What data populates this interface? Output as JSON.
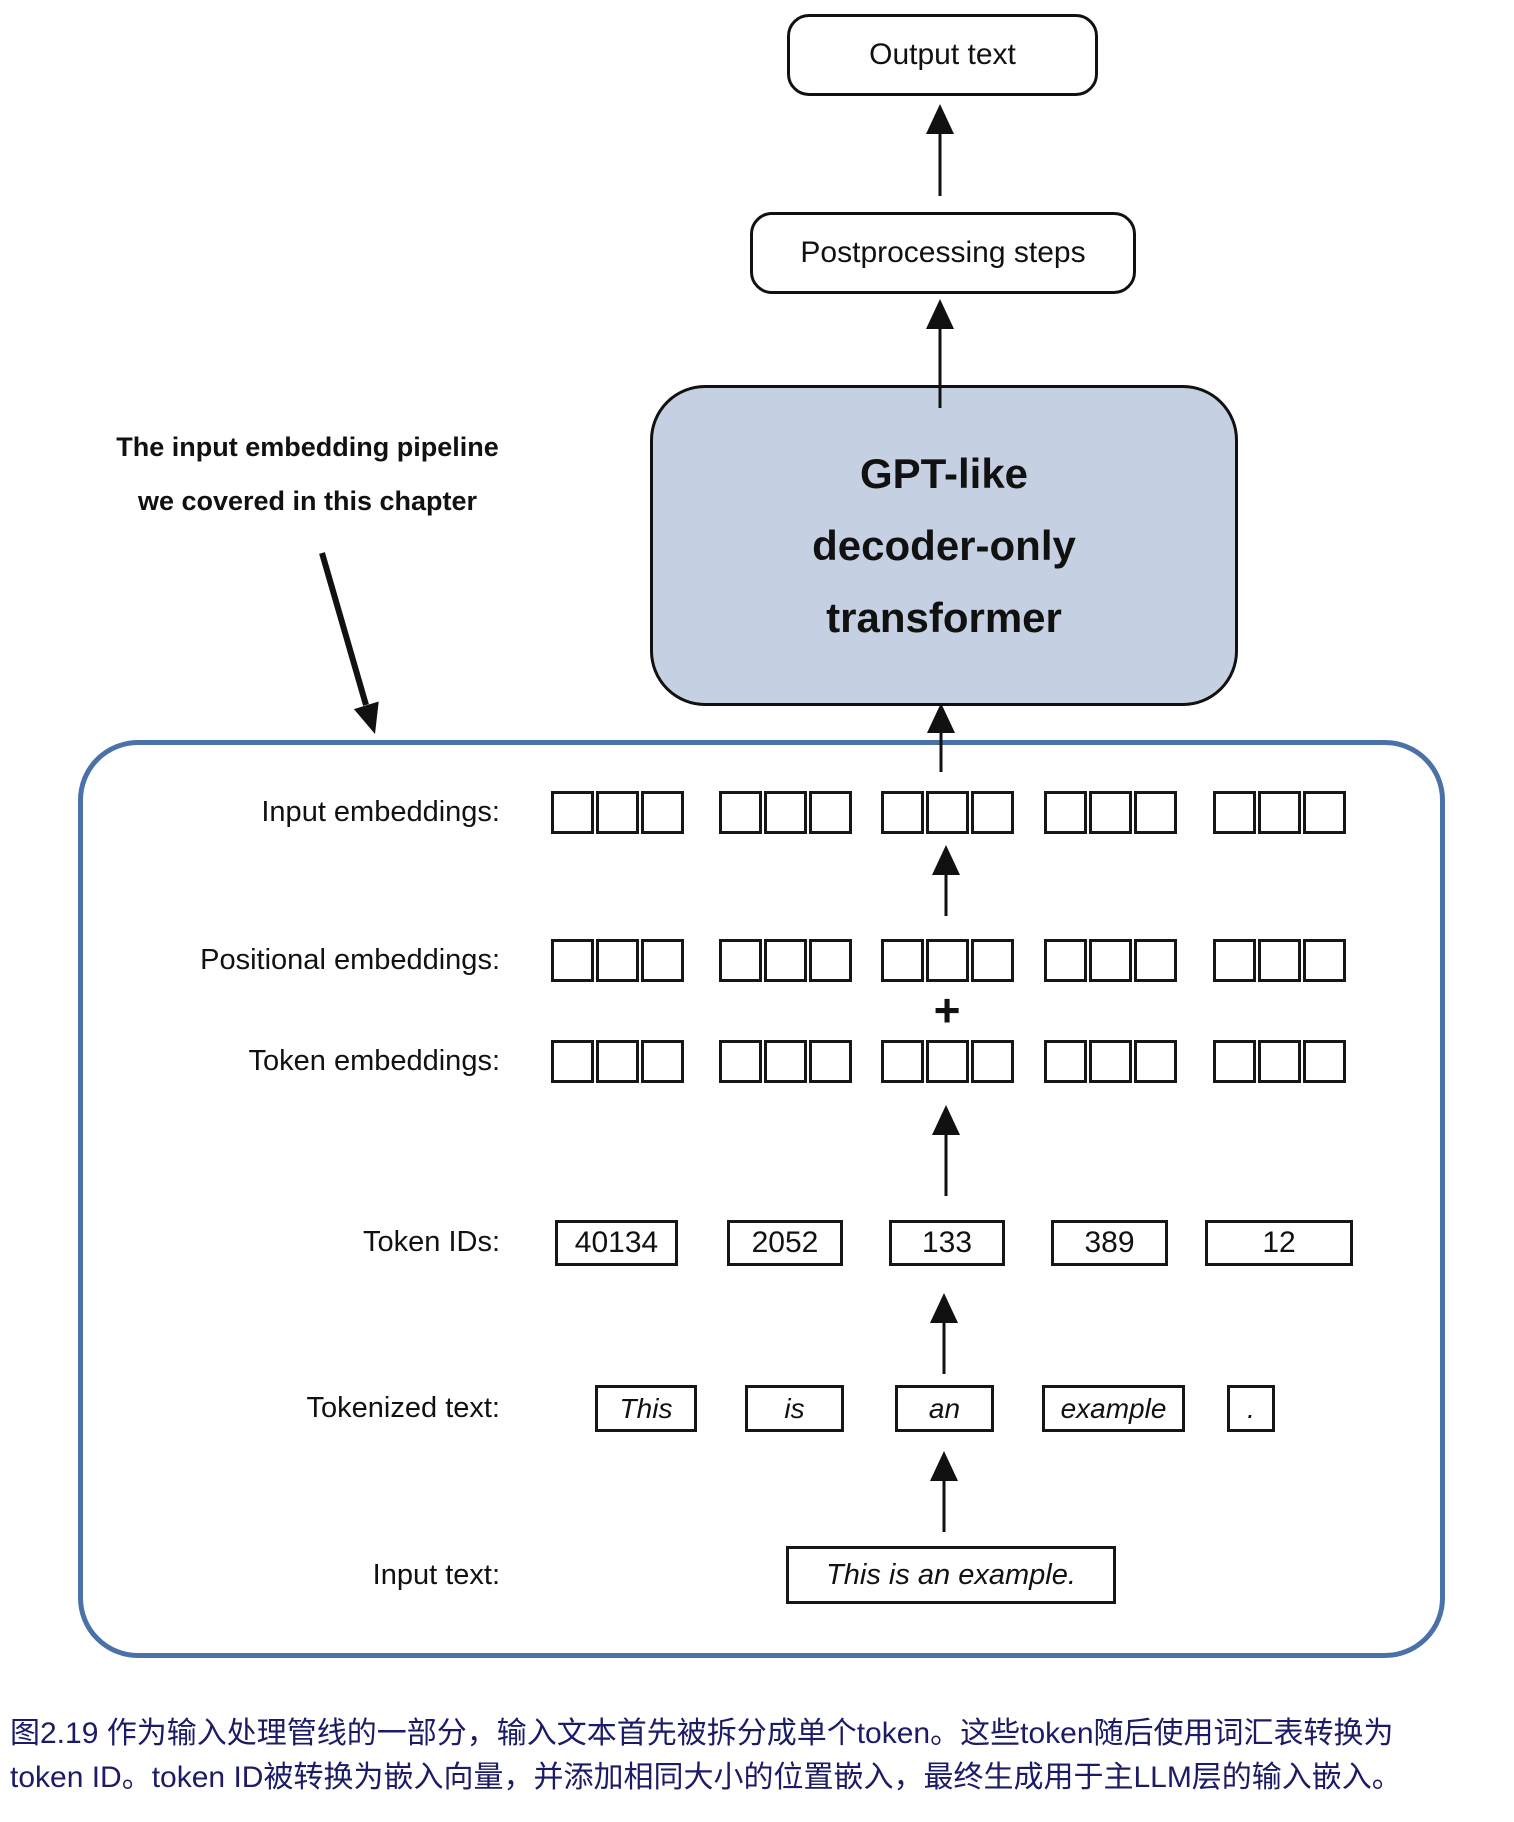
{
  "top_flow": {
    "output_text_label": "Output text",
    "postprocessing_label": "Postprocessing steps",
    "gpt_box_lines": [
      "GPT-like",
      "decoder-only",
      "transformer"
    ],
    "gpt_box_fill": "#c5d1e2"
  },
  "annotation": {
    "line1": "The input embedding pipeline",
    "line2": "we covered in this chapter"
  },
  "pipeline": {
    "frame_border_color": "#4a72a8",
    "labels": {
      "input_embeddings": "Input embeddings:",
      "positional_embeddings": "Positional embeddings:",
      "token_embeddings": "Token embeddings:",
      "token_ids": "Token IDs:",
      "tokenized_text": "Tokenized text:",
      "input_text": "Input text:"
    },
    "plus_sign": "+",
    "embedding_groups_per_row": 5,
    "cells_per_group": 3,
    "token_ids": [
      "40134",
      "2052",
      "133",
      "389",
      "12"
    ],
    "tokens": [
      "This",
      "is",
      "an",
      "example",
      "."
    ],
    "input_text": "This is an example."
  },
  "caption": {
    "line1": "图2.19 作为输入处理管线的一部分，输入文本首先被拆分成单个token。这些token随后使用词汇表转换为",
    "line2": "token ID。token ID被转换为嵌入向量，并添加相同大小的位置嵌入，最终生成用于主LLM层的输入嵌入。",
    "color": "#1b1b66"
  }
}
